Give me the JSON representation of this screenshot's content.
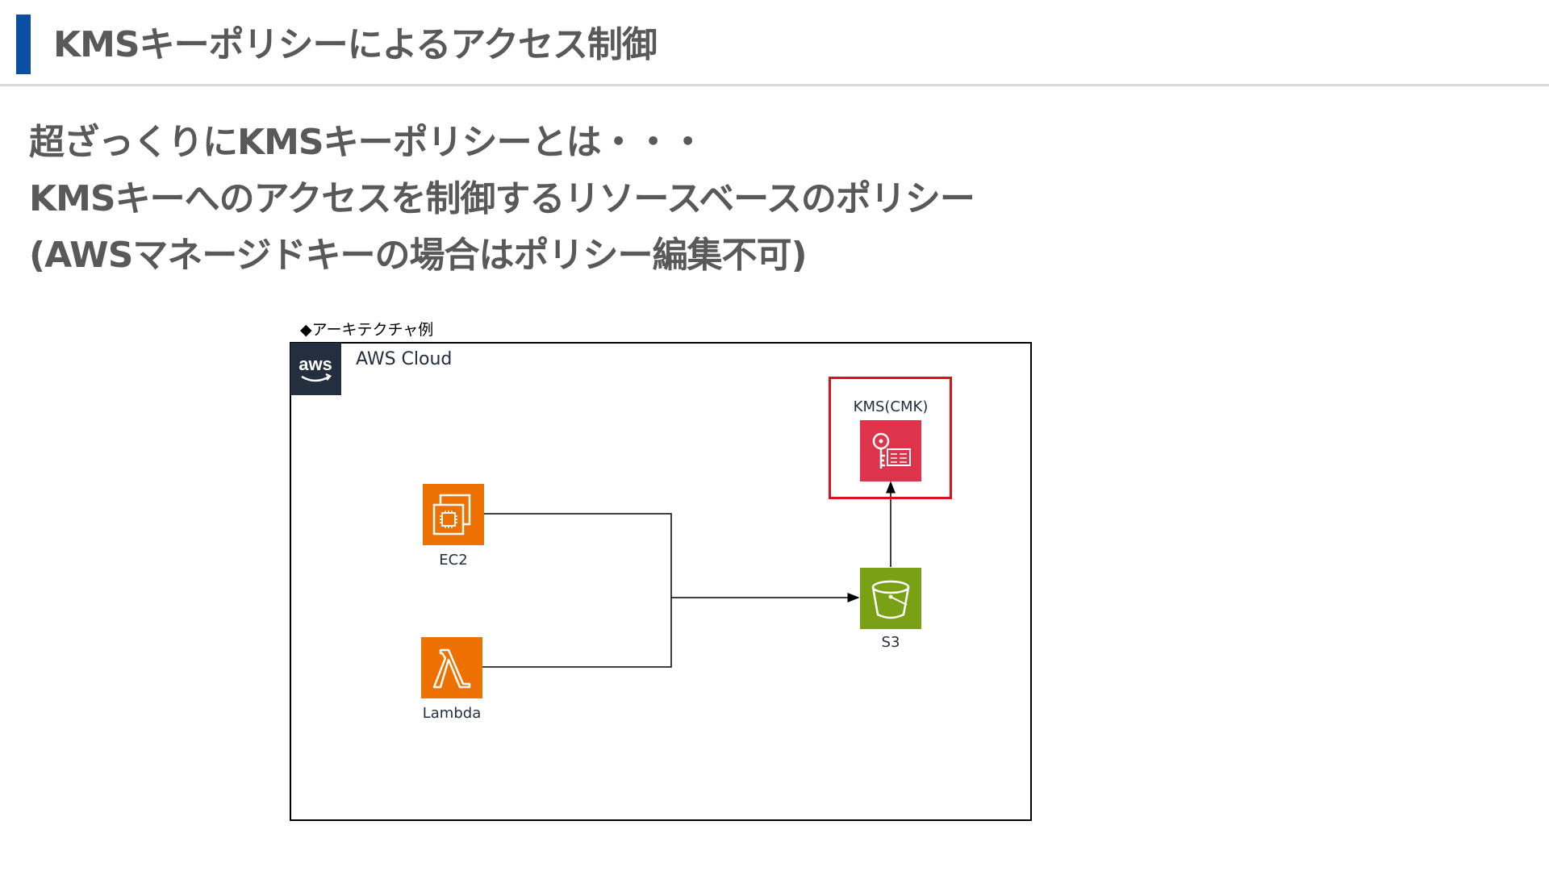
{
  "slide": {
    "title": "KMSキーポリシーによるアクセス制御",
    "accent_color": "#0b4ea2"
  },
  "body": {
    "lines": [
      "超ざっくりにKMSキーポリシーとは・・・",
      "KMSキーへのアクセスを制御するリソースベースのポリシー",
      "(AWSマネージドキーの場合はポリシー編集不可)"
    ]
  },
  "diagram": {
    "caption": "◆アーキテクチャ例",
    "cloud": {
      "label": "AWS Cloud",
      "logo_text": "aws",
      "icon": "aws-logo-icon"
    },
    "services": {
      "ec2": {
        "label": "EC2",
        "icon": "ec2-instance-icon",
        "color": "#ed7100"
      },
      "lambda": {
        "label": "Lambda",
        "icon": "lambda-icon",
        "color": "#ed7100"
      },
      "s3": {
        "label": "S3",
        "icon": "s3-bucket-icon",
        "color": "#7aa116"
      },
      "kms": {
        "label": "KMS(CMK)",
        "icon": "kms-key-icon",
        "color": "#dd344c"
      }
    },
    "highlight_color": "#e0101a"
  }
}
